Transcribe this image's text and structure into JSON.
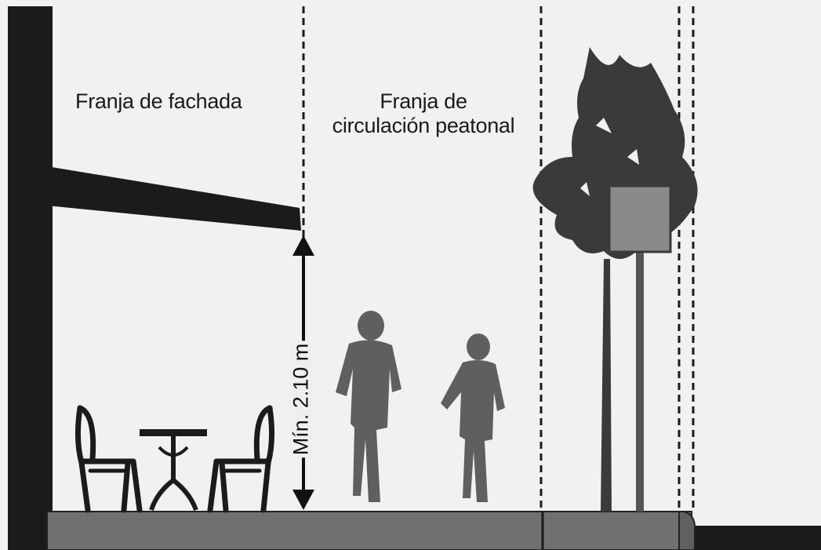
{
  "zones": {
    "facade_label": "Franja de fachada",
    "pedestrian_label_line1": "Franja de",
    "pedestrian_label_line2": "circulación peatonal"
  },
  "dimension": {
    "label": "Mín. 2.10 m"
  },
  "colors": {
    "background": "#f1f1f1",
    "silhouette": "#1b1b1b",
    "person": "#5f5f5f",
    "tree": "#3a3a3a",
    "sign_panel": "#8a8a8a",
    "ground": "#707070",
    "dashed_line": "#1a1a1a"
  }
}
